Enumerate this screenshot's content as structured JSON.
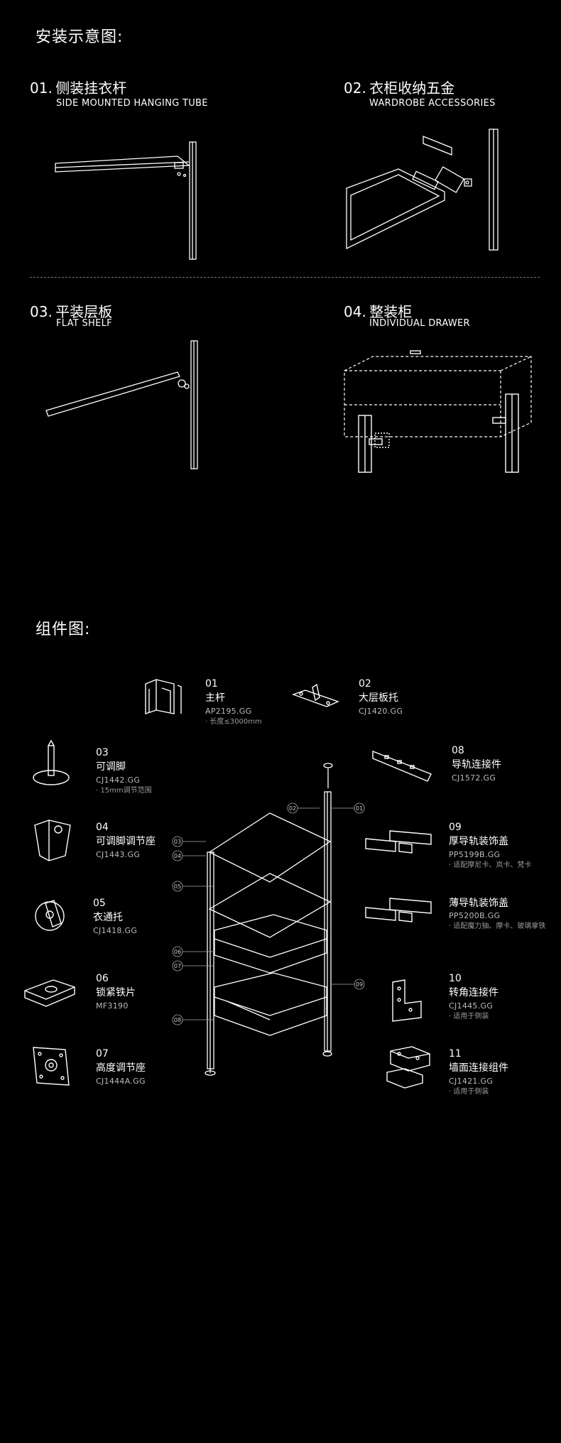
{
  "install_title": "安装示意图:",
  "install_sections": [
    {
      "num": "01.",
      "cn": "侧装挂衣杆",
      "en": "SIDE MOUNTED HANGING TUBE"
    },
    {
      "num": "02.",
      "cn": "衣柜收纳五金",
      "en": "WARDROBE ACCESSORIES"
    },
    {
      "num": "03.",
      "cn": "平装层板",
      "en": "FLAT SHELF"
    },
    {
      "num": "04.",
      "cn": "整装柜",
      "en": "INDIVIDUAL DRAWER"
    }
  ],
  "components_title": "组件图:",
  "parts": {
    "p01": {
      "num": "01",
      "name": "主杆",
      "code": "AP2195.GG",
      "note": "· 长度≤3000mm"
    },
    "p02": {
      "num": "02",
      "name": "大层板托",
      "code": "CJ1420.GG"
    },
    "p03": {
      "num": "03",
      "name": "可调脚",
      "code": "CJ1442.GG",
      "note": "· 15mm调节范围"
    },
    "p04": {
      "num": "04",
      "name": "可调脚调节座",
      "code": "CJ1443.GG"
    },
    "p05": {
      "num": "05",
      "name": "衣通托",
      "code": "CJ1418.GG"
    },
    "p06": {
      "num": "06",
      "name": "锁紧铁片",
      "code": "MF3190"
    },
    "p07": {
      "num": "07",
      "name": "高度调节座",
      "code": "CJ1444A.GG"
    },
    "p08": {
      "num": "08",
      "name": "导轨连接件",
      "code": "CJ1572.GG"
    },
    "p09": {
      "num": "09",
      "name": "厚导轨装饰盖",
      "code": "PP5199B.GG",
      "note": "· 适配摩尼卡、岚卡、梵卡"
    },
    "p09b": {
      "name": "薄导轨装饰盖",
      "code": "PP5200B.GG",
      "note": "· 适配魔力抽、摩卡、玻璃拿铁"
    },
    "p10": {
      "num": "10",
      "name": "转角连接件",
      "code": "CJ1445.GG",
      "note": "· 适用于侧装"
    },
    "p11": {
      "num": "11",
      "name": "墙面连接组件",
      "code": "CJ1421.GG",
      "note": "· 适用于侧装"
    }
  },
  "callouts": [
    "01",
    "02",
    "03",
    "04",
    "05",
    "06",
    "07",
    "08",
    "09"
  ],
  "colors": {
    "background": "#000000",
    "line": "#ffffff",
    "divider": "#777777"
  }
}
